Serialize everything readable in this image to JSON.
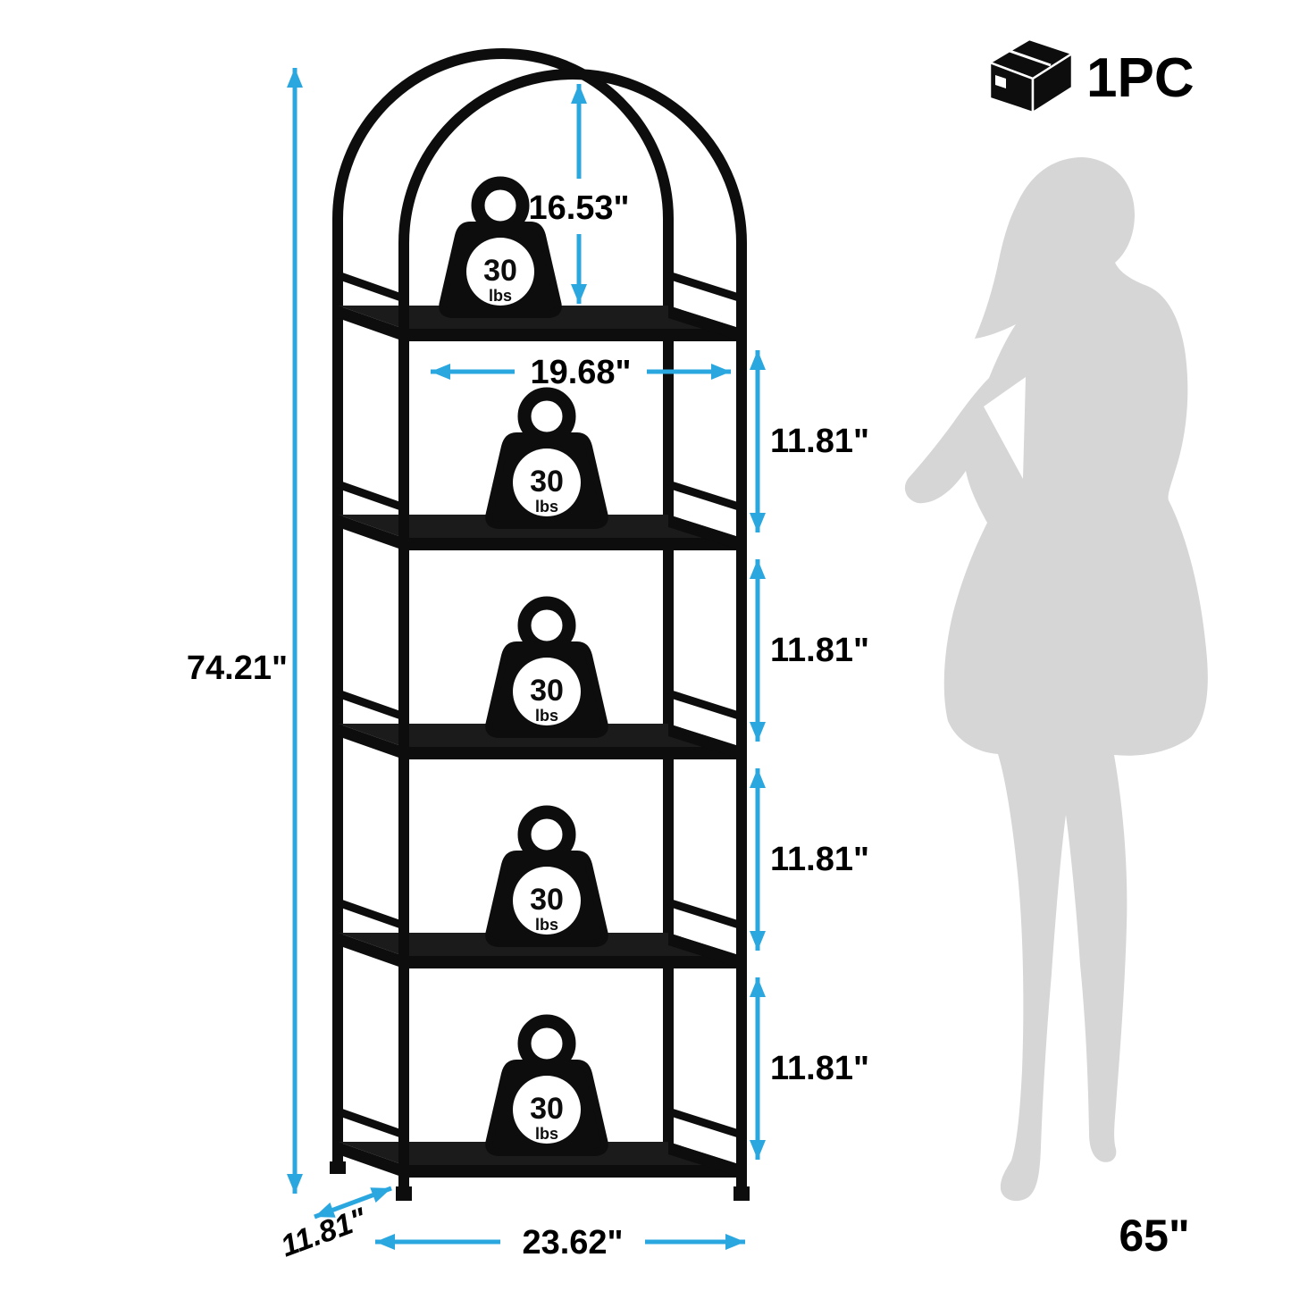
{
  "colors": {
    "dimension": "#2BA7E0",
    "frame": "#0D0D0D",
    "silhouette": "#D6D6D6"
  },
  "package": {
    "count": "1PC"
  },
  "person": {
    "height": "65\""
  },
  "weight_capacity": {
    "value": "30",
    "unit": "lbs"
  },
  "dimensions": {
    "overall_height": "74.21\"",
    "arch_clearance": "16.53\"",
    "inner_width": "19.68\"",
    "tier_height_1": "11.81\"",
    "tier_height_2": "11.81\"",
    "tier_height_3": "11.81\"",
    "tier_height_4": "11.81\"",
    "depth": "11.81\"",
    "overall_width": "23.62\""
  }
}
